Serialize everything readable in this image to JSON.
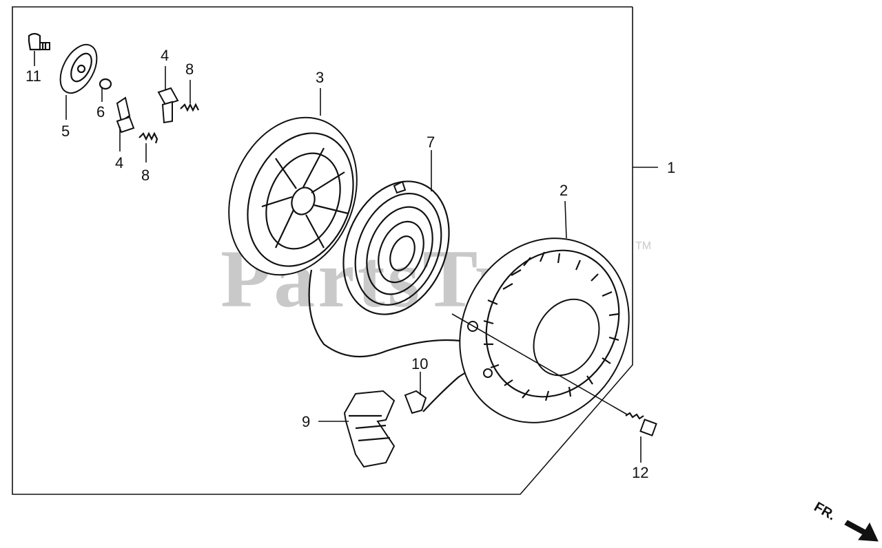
{
  "watermark": {
    "text": "PartsTree",
    "trademark": "TM"
  },
  "direction_label": "FR.",
  "callouts": {
    "c1": "1",
    "c2": "2",
    "c3": "3",
    "c4a": "4",
    "c4b": "4",
    "c5": "5",
    "c6": "6",
    "c7": "7",
    "c8a": "8",
    "c8b": "8",
    "c9": "9",
    "c10": "10",
    "c11": "11",
    "c12": "12"
  },
  "parts": [
    "recoil-starter-assembly",
    "starter-case",
    "starter-reel",
    "ratchet",
    "ratchet-guide",
    "ring",
    "recoil-spring",
    "ratchet-spring",
    "starter-grip",
    "starter-rope",
    "setting-bolt",
    "flange-bolt"
  ]
}
